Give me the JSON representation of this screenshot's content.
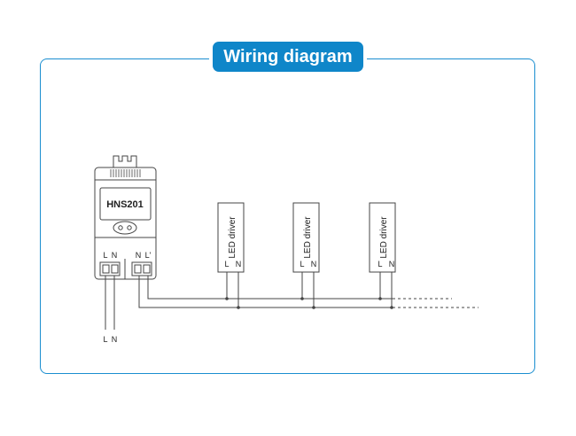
{
  "title": "Wiring diagram",
  "device": {
    "model": "HNS201",
    "left_terminals": [
      "L",
      "N"
    ],
    "right_terminals": [
      "N",
      "L'"
    ]
  },
  "supply": {
    "labels": [
      "L",
      "N"
    ]
  },
  "drivers": [
    {
      "label": "LED driver",
      "terminals": [
        "L",
        "N"
      ]
    },
    {
      "label": "LED driver",
      "terminals": [
        "L",
        "N"
      ]
    },
    {
      "label": "LED driver",
      "terminals": [
        "L",
        "N"
      ]
    }
  ],
  "colors": {
    "accent": "#0f86c9",
    "line": "#444444"
  }
}
